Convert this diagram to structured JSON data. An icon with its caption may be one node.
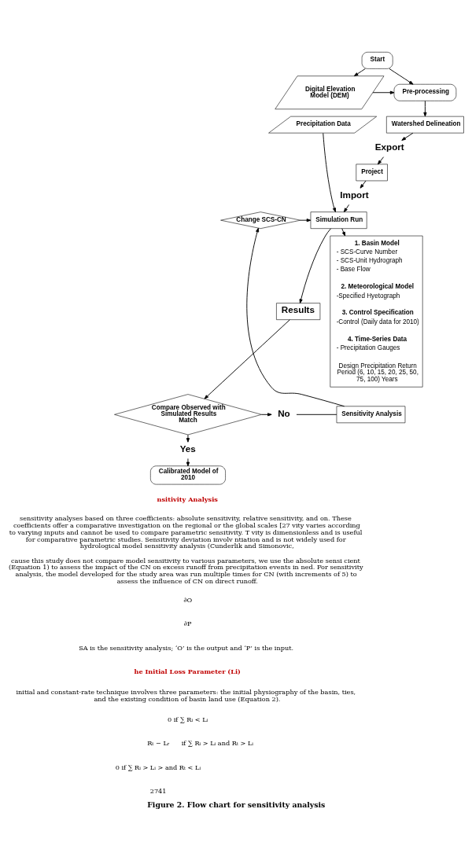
{
  "diagram": {
    "caption": "Figure 2. Flow chart for sensitivity analysis",
    "nodes": [
      {
        "text": [
          "Start"
        ]
      },
      {
        "text": [
          "Digital Elevation Model (DEM)"
        ]
      },
      {
        "text": [
          "Pre-processing"
        ]
      },
      {
        "text": [
          "Precipitation Data"
        ]
      },
      {
        "text": [
          "1. Basin Model",
          "- SCS-Curve Number",
          "- SCS-Unit Hydrograph",
          "- Base Flow",
          "2. Meteorological Model",
          "-Specified Hyetograph",
          "3. Control Specification",
          "-Control (Daily data for 2010)",
          "4. Time-Series Data",
          "- Precipitation Gauges",
          "Design Precipitation Return Period (6, 10, 15, 20, 25, 50, 75, 100) Years"
        ]
      },
      {
        "text": [
          "Watershed Delineation"
        ]
      },
      {
        "text": [
          "Export"
        ]
      },
      {
        "text": [
          "Project"
        ]
      },
      {
        "text": [
          "Import"
        ]
      },
      {
        "text": [
          "Simulation Run"
        ]
      },
      {
        "text": [
          "Change SCS-CN"
        ]
      },
      {
        "text": [
          "Results"
        ]
      },
      {
        "text": [
          "Compare Observed with Simulated Results Match"
        ]
      },
      {
        "text": [
          "No"
        ]
      },
      {
        "text": [
          "Sensitivity Analysis"
        ]
      },
      {
        "text": [
          "Yes"
        ]
      },
      {
        "text": [
          "Calibrated Model of 2010"
        ]
      }
    ],
    "edges": [
      {
        "from": 0,
        "to": 1,
        "arrow": "to"
      },
      {
        "from": 0,
        "to": 2,
        "arrow": "to"
      },
      {
        "from": 1,
        "to": 2,
        "arrow": "to"
      },
      {
        "from": 2,
        "to": 5,
        "arrow": "to"
      },
      {
        "from": 5,
        "to": 6,
        "arrow": "to"
      },
      {
        "from": 6,
        "to": 7,
        "arrow": "to"
      },
      {
        "from": 7,
        "to": 8,
        "arrow": "to"
      },
      {
        "from": 8,
        "to": 9,
        "arrow": "to"
      },
      {
        "from": 3,
        "to": 9,
        "arrow": "to"
      },
      {
        "from": 9,
        "to": 4,
        "arrow": "to"
      },
      {
        "from": 9,
        "to": 11,
        "arrow": "to"
      },
      {
        "from": 11,
        "to": 12,
        "arrow": "to"
      },
      {
        "from": 12,
        "to": 13,
        "arrow": "to"
      },
      {
        "from": 13,
        "to": 14,
        "arrow": "none"
      },
      {
        "from": 14,
        "to": 10,
        "arrow": "to"
      },
      {
        "from": 10,
        "to": 9,
        "arrow": "to"
      },
      {
        "from": 12,
        "to": 15,
        "arrow": "to"
      },
      {
        "from": 15,
        "to": 16,
        "arrow": "to"
      }
    ],
    "labels": [
      "nsitivity Analysis",
      "sensitivity analyses based on three coefficients: absolute sensitivity, relative sensitivity, and on. These coefficients offer a comparative investigation on the regional or the global scales [27 vity varies according to varying inputs and cannot be used to compare parametric sensitivity. T vity is dimensionless and is useful for comparative parametric studies. Sensitivity deviation involv ntiation and is not widely used for hydrological model sensitivity analysis (Cunderlik and Simonovic,",
      "cause this study does not compare model sensitivity to various parameters, we use the absolute sensi cient (Equation 1) to assess the impact of the CN on excess runoff from precipitation events in ned. For sensitivity analysis, the model developed for the study area was run multiple times for CN (with increments of 5) to assess the influence of CN on direct runoff.",
      "∂O",
      "∂P",
      "SA is the sensitivity analysis; ‘O’ is the output and ‘P’ is the input.",
      "he Initial Loss Parameter (Li)",
      "initial and constant-rate technique involves three parameters: the initial physiography of the basin, ties, and the existing condition of basin land use (Equation 2).",
      "0 if ∑ Rᵢ < Lᵢ",
      "Rₜ − Lᵣ",
      "if ∑ Rᵢ > Lᵢ and Rₜ > Lᵢ",
      "0 if ∑ Rᵢ > Lᵢ > and Rₜ < Lᵢ",
      "2741"
    ]
  }
}
